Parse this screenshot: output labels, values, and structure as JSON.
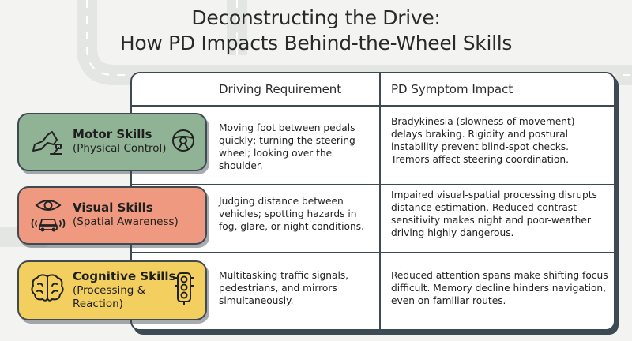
{
  "title": {
    "line1": "Deconstructing the Drive:",
    "line2": "How PD Impacts Behind-the-Wheel Skills"
  },
  "table": {
    "headers": [
      "Driving Requirement",
      "PD Symptom Impact"
    ],
    "rows": [
      {
        "skill": "Motor Skills",
        "subtitle": "(Physical Control)",
        "color": "#8fb394",
        "icons": [
          "pedal-foot-icon",
          "steering-wheel-icon"
        ],
        "requirement": "Moving foot between pedals quickly; turning the steering wheel; looking over the shoulder.",
        "impact": "Bradykinesia (slowness of movement) delays braking. Rigidity and postural instability prevent blind-spot checks. Tremors affect steering coordination."
      },
      {
        "skill": "Visual Skills",
        "subtitle": "(Spatial Awareness)",
        "color": "#ef9a80",
        "icons": [
          "eye-icon",
          "car-sensor-icon"
        ],
        "requirement": "Judging distance between vehicles; spotting hazards in fog, glare, or night conditions.",
        "impact": "Impaired visual-spatial processing disrupts distance estimation. Reduced contrast sensitivity makes night and poor-weather driving highly dangerous."
      },
      {
        "skill": "Cognitive Skills",
        "subtitle_lines": [
          "(Processing &",
          "Reaction)"
        ],
        "color": "#f3cf5f",
        "icons": [
          "brain-icon",
          "traffic-light-icon"
        ],
        "requirement": "Multitasking traffic signals, pedestrians, and mirrors simultaneously.",
        "impact": "Reduced attention spans make shifting focus difficult. Memory decline hinders navigation, even on familiar routes."
      }
    ]
  }
}
